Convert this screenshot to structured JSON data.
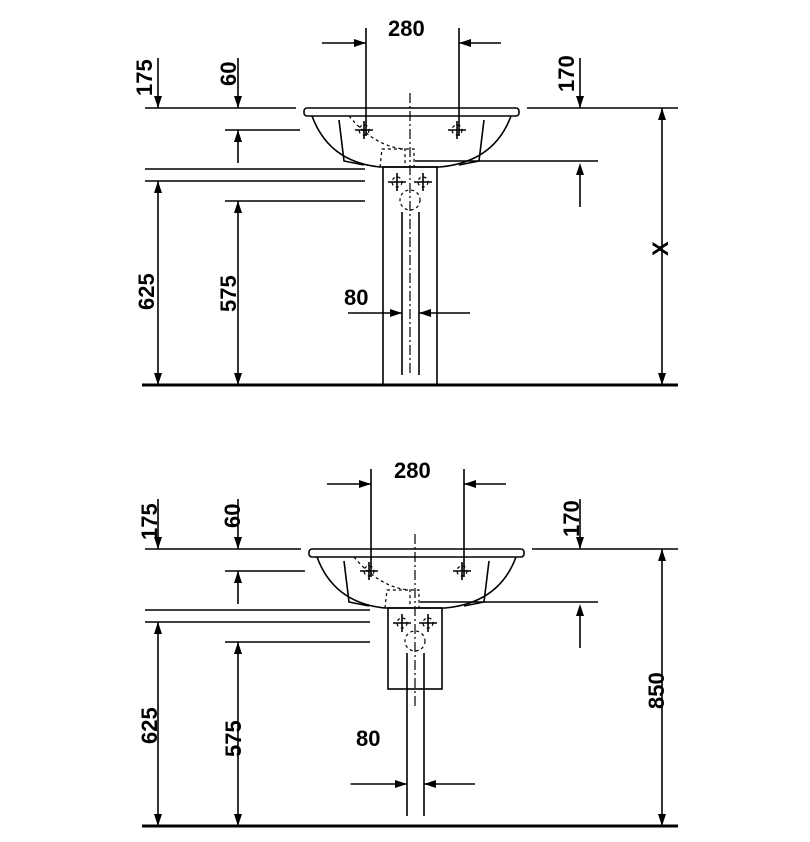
{
  "top_view": {
    "title": "Washbasin with pedestal",
    "dims": {
      "tap_spacing": "280",
      "rim_to_overflow": "175",
      "rim_offset": "60",
      "right_offset": "170",
      "waste_height": "625",
      "supply_height": "575",
      "pedestal_width": "80",
      "total_height": "X"
    }
  },
  "bottom_view": {
    "title": "Washbasin with semi-pedestal",
    "dims": {
      "tap_spacing": "280",
      "rim_to_overflow": "175",
      "rim_offset": "60",
      "right_offset": "170",
      "waste_height": "625",
      "supply_height": "575",
      "pedestal_width": "80",
      "total_height": "850"
    }
  }
}
